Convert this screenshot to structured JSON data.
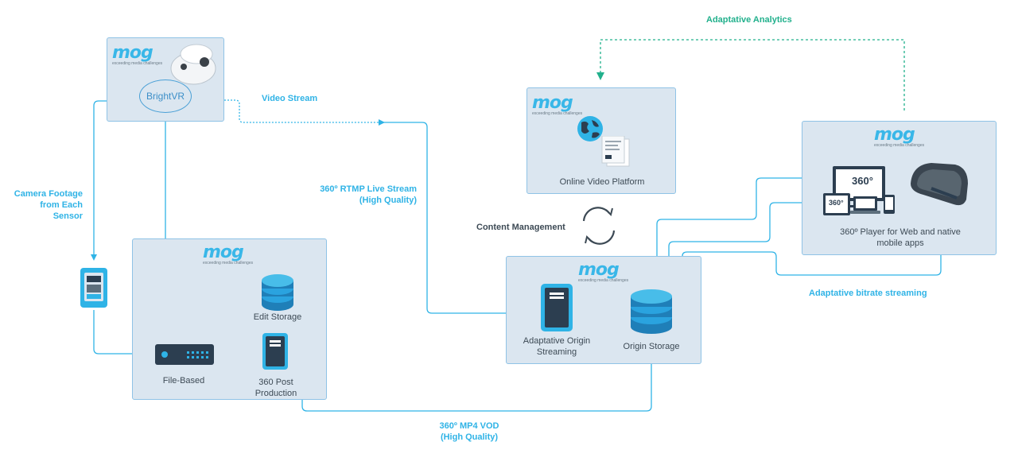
{
  "logo": {
    "word": "mog",
    "tagline": "exceeding media challenges"
  },
  "camera_box": {
    "brand": "BrightVR"
  },
  "edit_box": {
    "edit_storage": "Edit Storage",
    "file_based": "File-Based",
    "post_production": "360 Post\nProduction"
  },
  "ovp_box": {
    "label": "Online Video Platform"
  },
  "origin_box": {
    "streaming": "Adaptative Origin\nStreaming",
    "storage": "Origin Storage"
  },
  "player_box": {
    "label": "360º Player for Web and native\nmobile apps",
    "badge": "360°"
  },
  "flows": {
    "video_stream": "Video Stream",
    "camera_footage": "Camera Footage\nfrom Each\nSensor",
    "rtmp": "360º RTMP Live Stream\n(High Quality)",
    "content_mgmt": "Content Management",
    "analytics": "Adaptative Analytics",
    "abr": "Adaptative bitrate streaming",
    "vod": "360º MP4 VOD\n(High Quality)"
  },
  "colors": {
    "accent": "#2fb3e6",
    "green": "#21b08c",
    "box_fill": "#dbe6f0",
    "dark": "#2c3e50"
  }
}
